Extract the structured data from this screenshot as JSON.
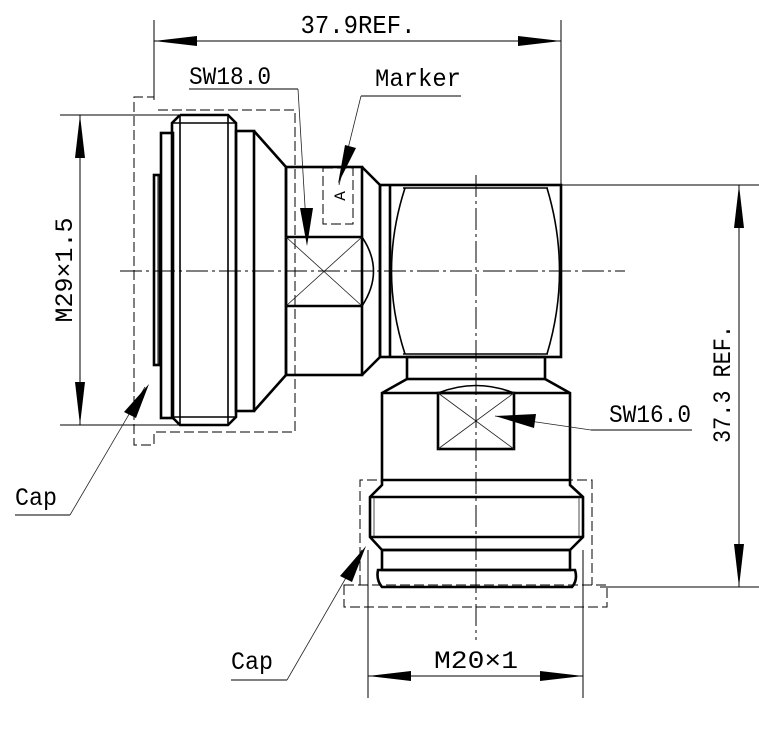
{
  "drawing": {
    "title": "Right-angle connector (4.3-10 / N type) dimension drawing",
    "dimensions": {
      "overall_width": "37.9REF.",
      "overall_height": "37.3 REF.",
      "left_thread": "M29×1.5",
      "bottom_thread": "M20×1",
      "upper_wrench_flat": "SW18.0",
      "lower_wrench_flat": "SW16.0"
    },
    "callouts": {
      "marker": "Marker",
      "marker_letter": "A",
      "cap_left": "Cap",
      "cap_bottom": "Cap"
    },
    "colors": {
      "line": "#000000",
      "background": "#ffffff"
    }
  }
}
